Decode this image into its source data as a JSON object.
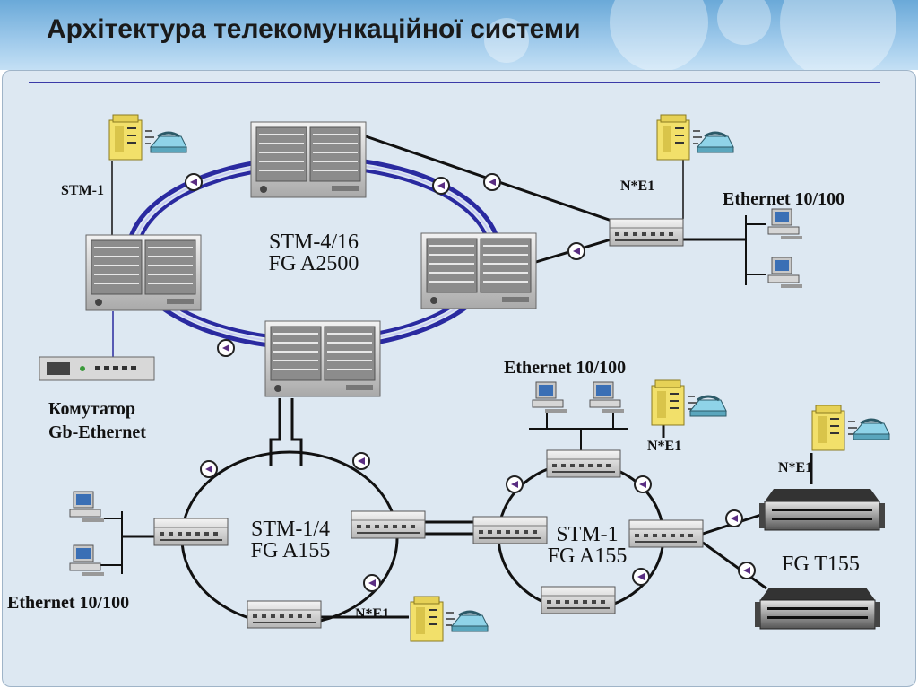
{
  "title": "Архітектура телекомункаційної системи",
  "labels": {
    "stm1_top_left": "STM-1",
    "ne1_top_right": "N*E1",
    "eth_top_right": "Ethernet 10/100",
    "ring_main_line1": "STM-4/16",
    "ring_main_line2": "FG A2500",
    "switch_line1": "Комутатор",
    "switch_line2": "Gb-Ethernet",
    "eth_middle": "Ethernet 10/100",
    "ne1_middle": "N*E1",
    "ne1_right": "N*E1",
    "ring_left_line1": "STM-1/4",
    "ring_left_line2": "FG A155",
    "ring_right_line1": "STM-1",
    "ring_right_line2": "FG A155",
    "fg_t155": "FG T155",
    "eth_bottom_left": "Ethernet 10/100",
    "ne1_bottom": "N*E1"
  },
  "colors": {
    "ring_main": "#2a2aa0",
    "ring_main_inner": "#7f86d8",
    "links": "#111111",
    "panel": "#dde8f2",
    "header": "#9cc8ea",
    "divider": "#3a3aa8",
    "server": "#c9c9c9",
    "pbx": "#f2e06a",
    "phone": "#8fd3e8",
    "ethernet_switch": "#d8d8d8",
    "pc": "#bdbdbd",
    "arrow_badge": "#5a2d82"
  },
  "icons": [
    "large-crossconnect-icon",
    "mux-unit-icon",
    "pbx-icon",
    "phone-icon",
    "pc-icon",
    "gigabit-switch-icon",
    "direction-arrow-icon",
    "rack-device-icon"
  ]
}
